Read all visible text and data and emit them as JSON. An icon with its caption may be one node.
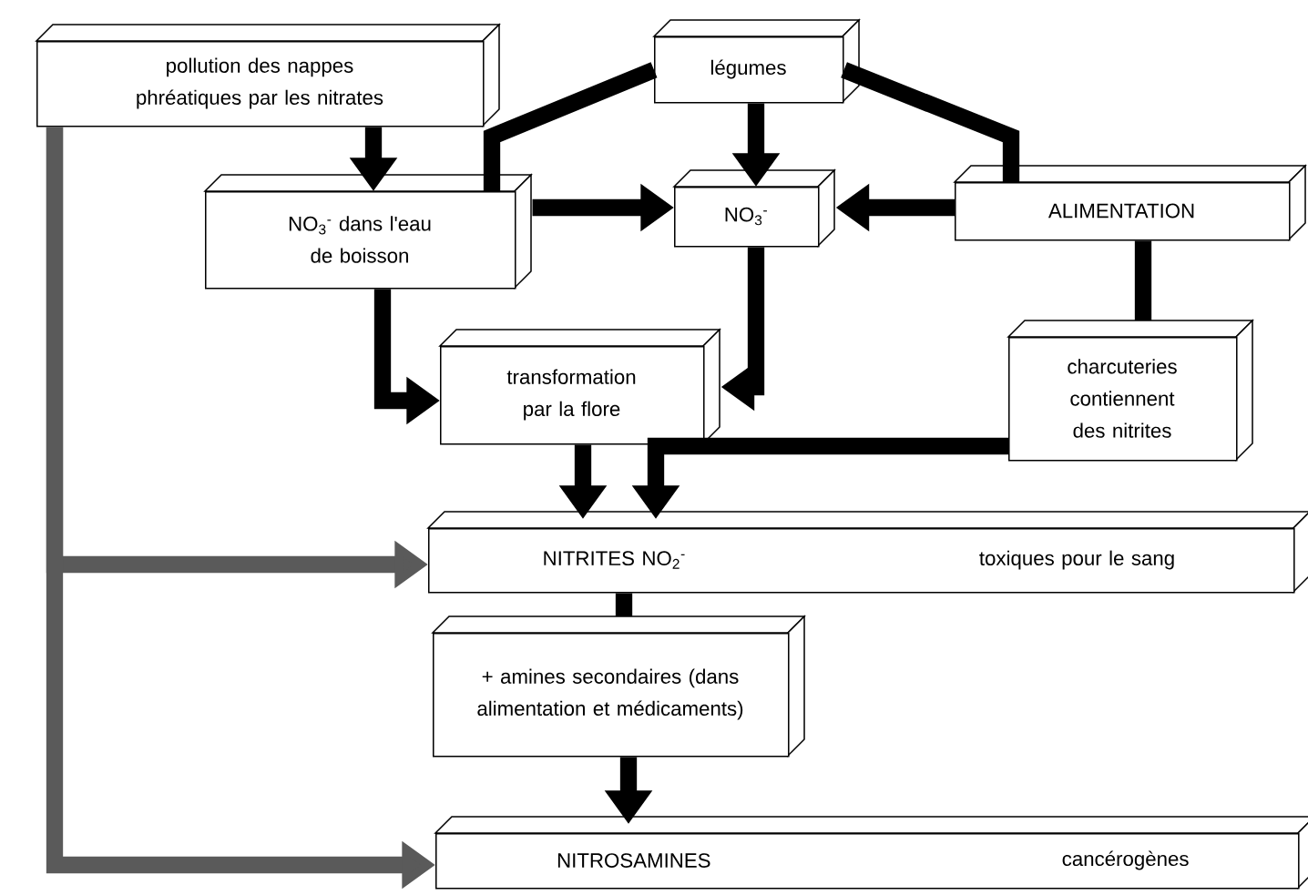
{
  "diagram": {
    "nodes": [
      {
        "text": [
          "pollution des nappes phréatiques par les nitrates"
        ]
      },
      {
        "text": [
          "légumes"
        ]
      },
      {
        "text": [
          "NO$_{3}$$^{-}$ dans l'eau de boisson"
        ]
      },
      {
        "text": [
          "NO$_{3}$$^{-}$"
        ]
      },
      {
        "text": [
          "ALIMENTATION"
        ]
      },
      {
        "text": [
          "transformation par la flore"
        ]
      },
      {
        "text": [
          "charcuteries contiennent des nitrites"
        ]
      },
      {
        "text": [
          "NITRITES NO$_{2}$$^{-}$",
          "toxiques pour le sang"
        ]
      },
      {
        "text": [
          "+ amines secondaires (dans alimentation et médicaments)"
        ]
      },
      {
        "text": [
          "NITROSAMINES",
          "cancérogènes"
        ]
      }
    ],
    "edges": [
      {
        "from": 0,
        "to": 2,
        "arrow": "to"
      },
      {
        "from": 1,
        "to": 2,
        "arrow": "none"
      },
      {
        "from": 1,
        "to": 3,
        "arrow": "to"
      },
      {
        "from": 1,
        "to": 4,
        "arrow": "none"
      },
      {
        "from": 2,
        "to": 3,
        "arrow": "to"
      },
      {
        "from": 4,
        "to": 3,
        "arrow": "to"
      },
      {
        "from": 2,
        "to": 5,
        "arrow": "to"
      },
      {
        "from": 3,
        "to": 5,
        "arrow": "to"
      },
      {
        "from": 4,
        "to": 6,
        "arrow": "none"
      },
      {
        "from": 5,
        "to": 7,
        "arrow": "to"
      },
      {
        "from": 6,
        "to": 7,
        "arrow": "to"
      },
      {
        "from": 7,
        "to": 8,
        "arrow": "none"
      },
      {
        "from": 8,
        "to": 9,
        "arrow": "to"
      },
      {
        "from": 0,
        "to": 7,
        "arrow": "to",
        "color": "#5a5a5a"
      },
      {
        "from": 0,
        "to": 9,
        "arrow": "to",
        "color": "#5a5a5a"
      }
    ]
  }
}
